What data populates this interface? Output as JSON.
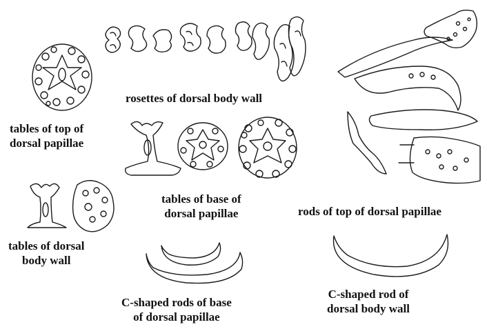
{
  "labels": {
    "rosettes": "rosettes of dorsal body wall",
    "tables_top": [
      "tables of top of",
      "dorsal papillae"
    ],
    "tables_body": [
      "tables of dorsal",
      "body wall"
    ],
    "tables_base": [
      "tables of base of",
      "dorsal papillae"
    ],
    "rods_top": "rods of top of dorsal papillae",
    "c_rods_base": [
      "C-shaped rods of base",
      "of dorsal papillae"
    ],
    "c_rod_body": [
      "C-shaped rod of",
      "dorsal body wall"
    ]
  },
  "colors": {
    "ink": "#1a1a1a",
    "background": "#ffffff"
  }
}
